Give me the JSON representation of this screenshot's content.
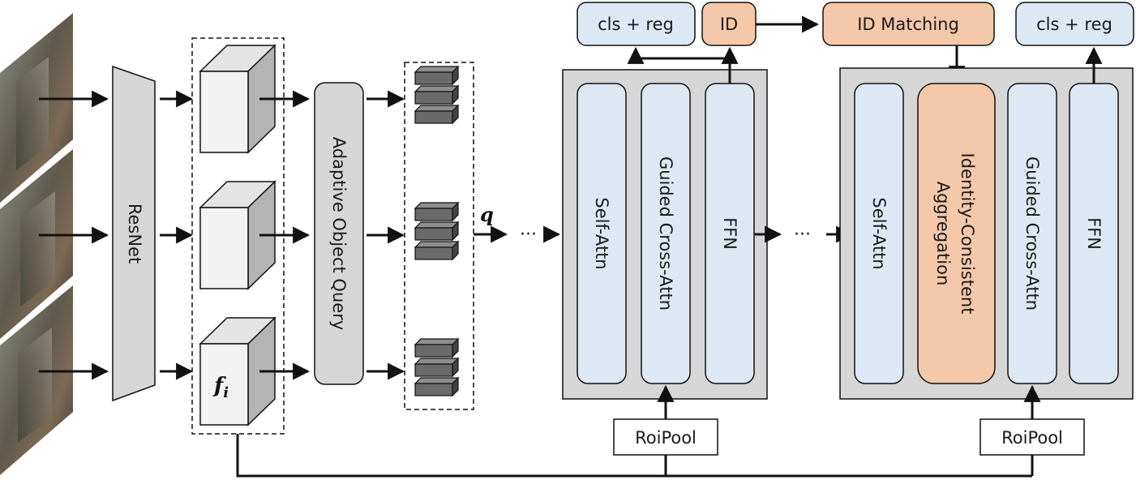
{
  "backbone": {
    "label": "ResNet"
  },
  "query_module": {
    "label": "Adaptive Object Query"
  },
  "feature_label": "f",
  "feature_subscript": "i",
  "query_symbol": "q",
  "ellipsis": "···",
  "decoder_block_1": {
    "layers": [
      "Self-Attn",
      "Guided Cross-Attn",
      "FFN"
    ],
    "head_left": "cls + reg",
    "head_right": "ID",
    "roi": "RoiPool"
  },
  "decoder_block_2": {
    "layers": [
      "Self-Attn",
      "Identity-Consistent",
      "Aggregation",
      "Guided Cross-Attn",
      "FFN"
    ],
    "matching": "ID Matching",
    "head": "cls + reg",
    "roi": "RoiPool"
  },
  "colors": {
    "blue_fill": "#dde8f4",
    "orange_fill": "#f5c8aa",
    "gray_fill": "#d6d6d6",
    "dark_block": "#6a6a6a",
    "stroke": "#111111"
  }
}
